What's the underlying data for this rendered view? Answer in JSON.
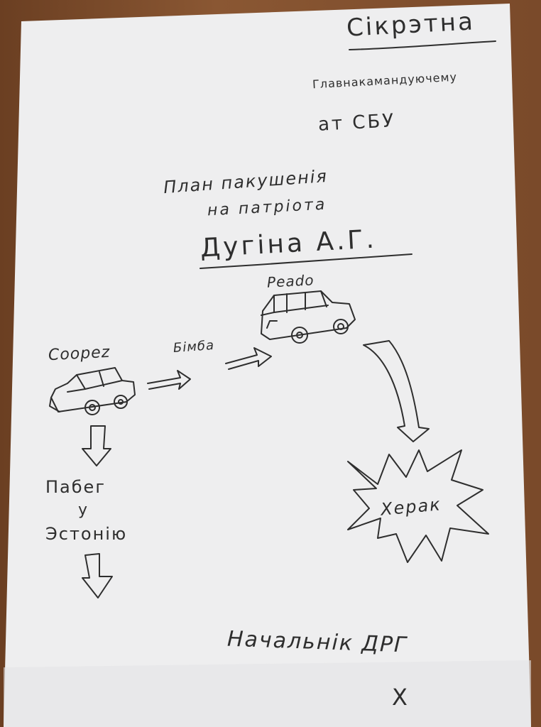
{
  "paper_color": "#eeeeef",
  "table_color": "#8a5733",
  "ink_color": "#2e2e2e",
  "header": {
    "classification": "Сікрэтна",
    "addressee_line1": "Главнакамандуючему",
    "addressee_line2": "ат СБУ"
  },
  "title": {
    "line1": "План пакушенія",
    "line2": "на патріота",
    "line3": "Дугіна А.Г."
  },
  "diagram": {
    "car_left_label": "Coopez",
    "bomb_label": "Бімба",
    "car_right_label": "Peado",
    "explosion_label": "Херак",
    "escape_line1": "Пабег",
    "escape_line2": "у",
    "escape_line3": "Эстонію"
  },
  "signature": {
    "title": "Начальнік ДРГ",
    "mark": "Х"
  }
}
